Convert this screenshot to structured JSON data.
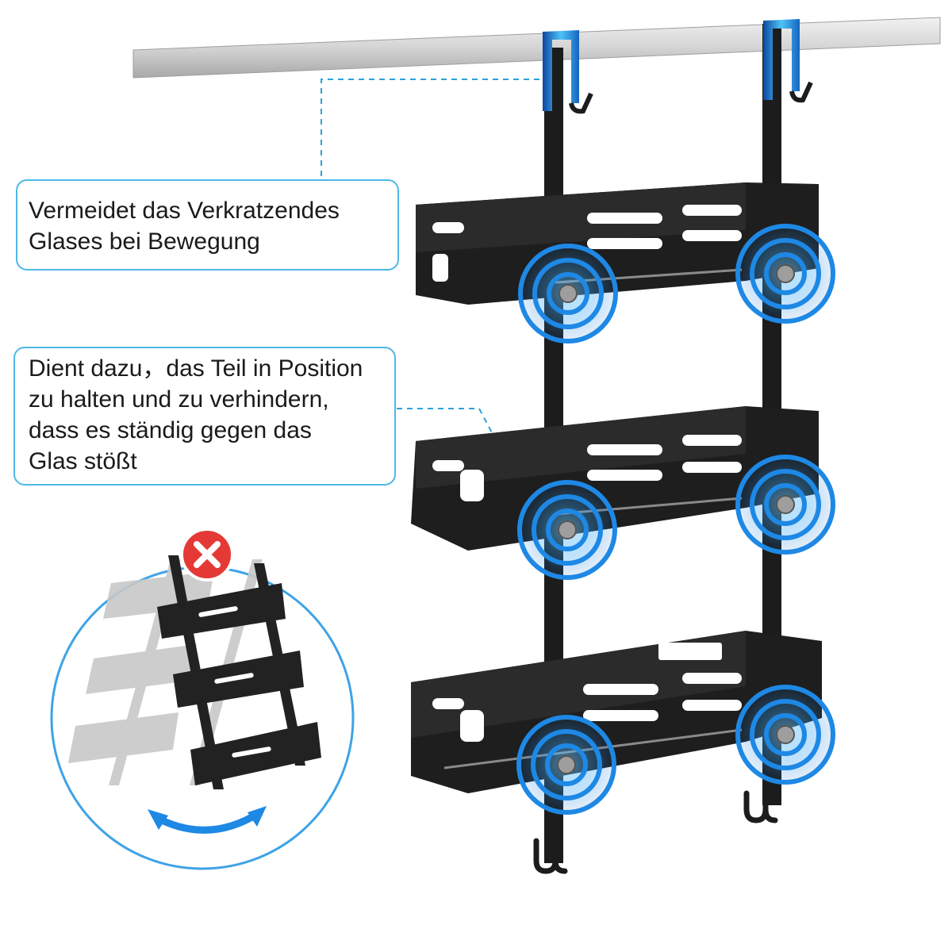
{
  "callouts": {
    "scratch": {
      "lines": [
        "Vermeidet das Verkratzendes",
        "Glases bei Bewegung"
      ]
    },
    "position": {
      "lines": [
        "Dient dazu，das Teil in Position",
        "zu halten und zu verhindern,",
        "dass es ständig gegen das",
        "Glas stößt"
      ]
    }
  },
  "icons": {
    "wrong": "close-x-icon",
    "swing": "double-arrow-icon",
    "suction": "suction-cup-icon",
    "hook": "door-hook-icon"
  },
  "colors": {
    "accent": "#1e88e5",
    "callout_border": "#4fb8e6",
    "rack": "#1c1c1c",
    "bar": "#bfbfbf",
    "error": "#e53935"
  }
}
